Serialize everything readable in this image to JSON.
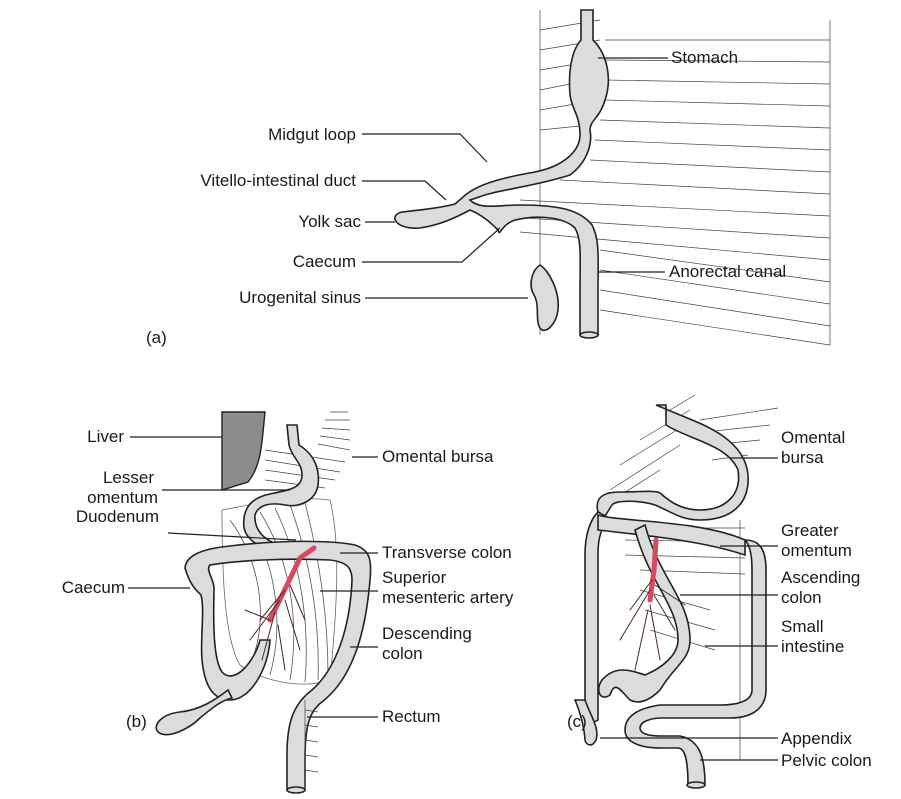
{
  "panels": {
    "a": {
      "tag": "(a)",
      "labels": {
        "stomach": "Stomach",
        "midgut_loop": "Midgut loop",
        "vitello_duct": "Vitello-intestinal duct",
        "yolk_sac": "Yolk sac",
        "caecum": "Caecum",
        "anorectal": "Anorectal canal",
        "urogenital": "Urogenital sinus"
      }
    },
    "b": {
      "tag": "(b)",
      "labels": {
        "liver": "Liver",
        "lesser_omentum_1": "Lesser",
        "lesser_omentum_2": "omentum",
        "duodenum": "Duodenum",
        "caecum": "Caecum",
        "omental_bursa": "Omental bursa",
        "transverse_colon": "Transverse colon",
        "sma_1": "Superior",
        "sma_2": "mesenteric artery",
        "descending_1": "Descending",
        "descending_2": "colon",
        "rectum": "Rectum"
      }
    },
    "c": {
      "tag": "(c)",
      "labels": {
        "omental_bursa_1": "Omental",
        "omental_bursa_2": "bursa",
        "greater_omentum_1": "Greater",
        "greater_omentum_2": "omentum",
        "ascending_1": "Ascending",
        "ascending_2": "colon",
        "small_int_1": "Small",
        "small_int_2": "intestine",
        "appendix": "Appendix",
        "pelvic_colon": "Pelvic colon"
      }
    }
  },
  "colors": {
    "gut": "#dcdcdc",
    "liver": "#8c8c8c",
    "artery": "#d8495f",
    "outline": "#222222"
  }
}
